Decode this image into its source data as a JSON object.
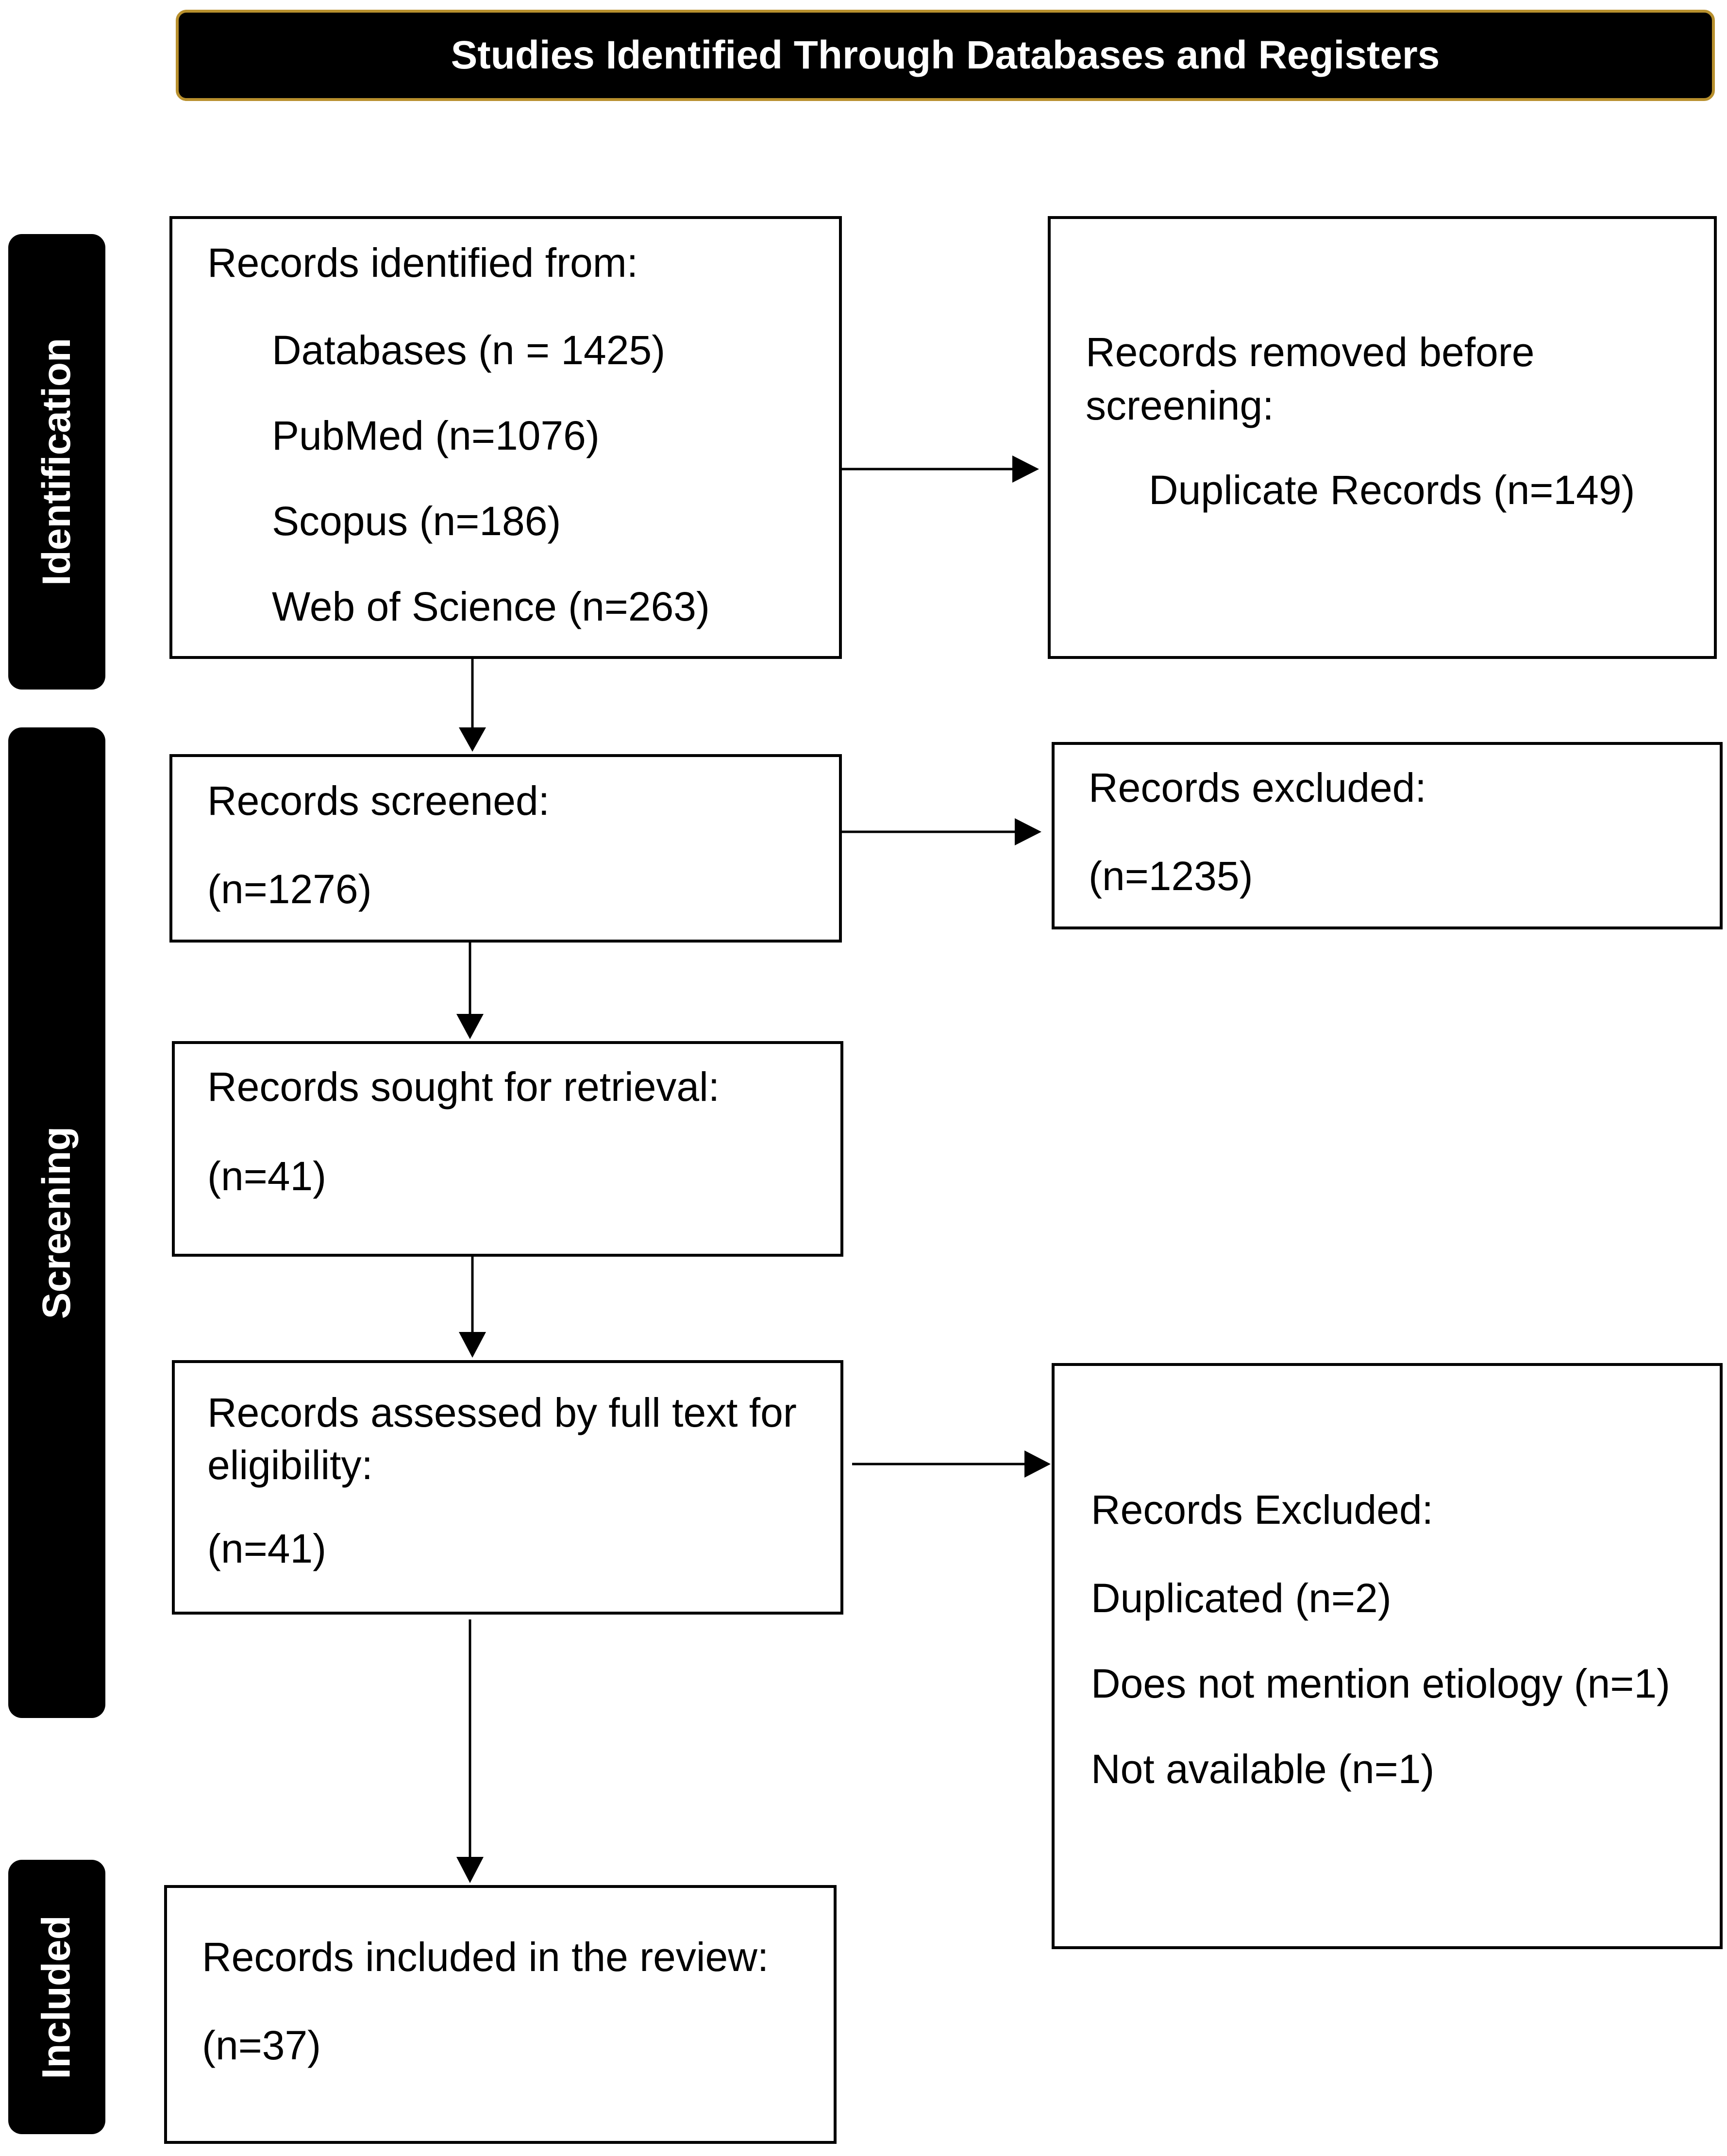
{
  "header": {
    "title": "Studies Identified Through Databases and Registers"
  },
  "phases": {
    "identification": "Identification",
    "screening": "Screening",
    "included": "Included"
  },
  "identified": {
    "title": "Records identified from:",
    "items": [
      "Databases (n = 1425)",
      "PubMed (n=1076)",
      "Scopus (n=186)",
      "Web of Science (n=263)"
    ]
  },
  "removed": {
    "title_line1": "Records removed before",
    "title_line2": "screening:",
    "item": "Duplicate Records (n=149)"
  },
  "screened": {
    "title": "Records screened:",
    "count": "(n=1276)"
  },
  "excluded_screen": {
    "title": "Records excluded:",
    "count": "(n=1235)"
  },
  "retrieval": {
    "title": "Records sought for retrieval:",
    "count": "(n=41)"
  },
  "assessed": {
    "title_line1": "Records assessed by full text for",
    "title_line2": "eligibility:",
    "count": "(n=41)"
  },
  "excluded_full": {
    "title": "Records Excluded:",
    "items": [
      "Duplicated (n=2)",
      "Does not mention etiology (n=1)",
      "Not available (n=1)"
    ]
  },
  "included": {
    "title": "Records included in the review:",
    "count": "(n=37)"
  }
}
